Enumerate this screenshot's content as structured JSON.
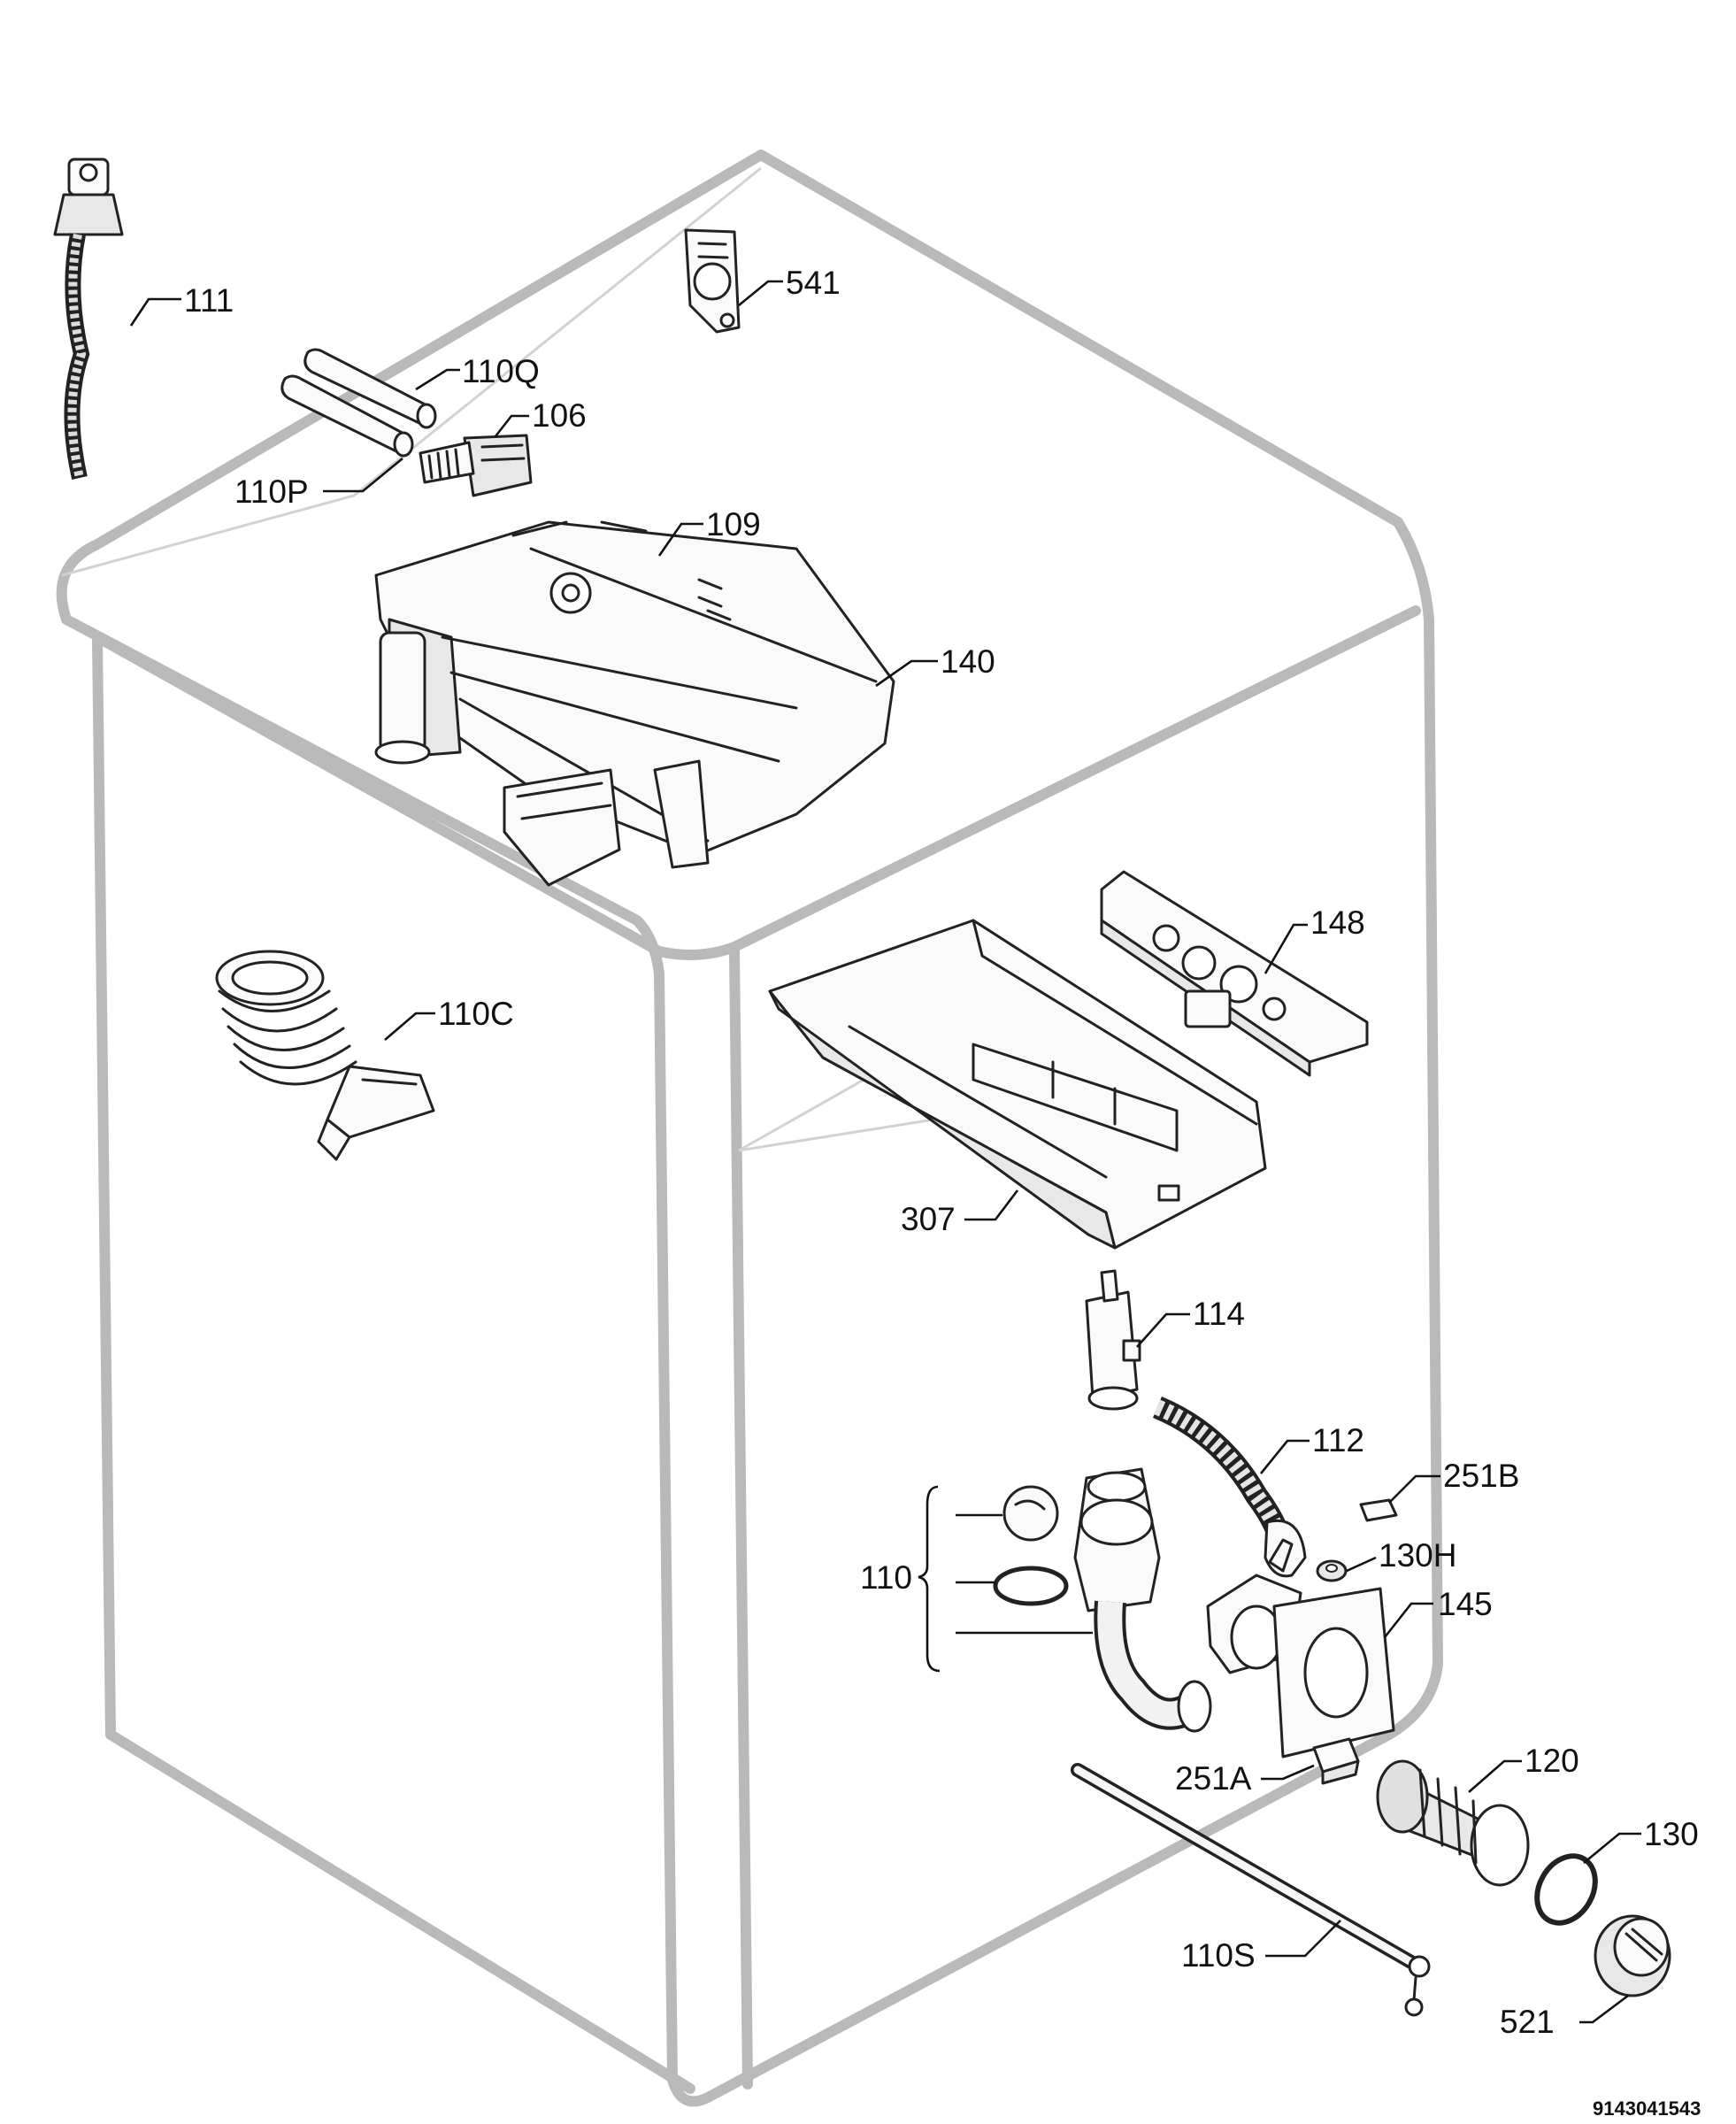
{
  "labels": {
    "l111": "111",
    "l541": "541",
    "l110Q": "110Q",
    "l106": "106",
    "l110P": "110P",
    "l109": "109",
    "l140": "140",
    "l148": "148",
    "l110C": "110C",
    "l307": "307",
    "l114": "114",
    "l112": "112",
    "l251B": "251B",
    "l110": "110",
    "l130H": "130H",
    "l145": "145",
    "l251A": "251A",
    "l120": "120",
    "l130": "130",
    "l110S": "110S",
    "l521": "521"
  },
  "drawing_code": "9143041543"
}
